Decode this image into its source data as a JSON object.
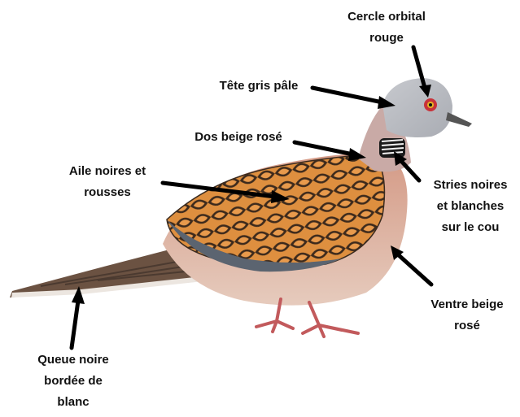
{
  "labels": {
    "cercle_orbital": [
      "Cercle orbital",
      "rouge"
    ],
    "tete": [
      "Tête gris pâle"
    ],
    "dos": [
      "Dos beige rosé"
    ],
    "aile": [
      "Aile noires et",
      "rousses"
    ],
    "stries": [
      "Stries noires",
      "et blanches",
      "sur le cou"
    ],
    "ventre": [
      "Ventre beige",
      "rosé"
    ],
    "queue": [
      "Queue noire",
      "bordée de",
      "blanc"
    ]
  },
  "colors": {
    "head": "#b9bcc2",
    "body": "#d8a294",
    "belly": "#e3c2b4",
    "wing_orange": "#d98a3c",
    "wing_dark": "#4a3524",
    "tail": "#6d5444",
    "eye_ring": "#c8323a",
    "legs": "#c25a5c",
    "arrow": "#000000"
  }
}
